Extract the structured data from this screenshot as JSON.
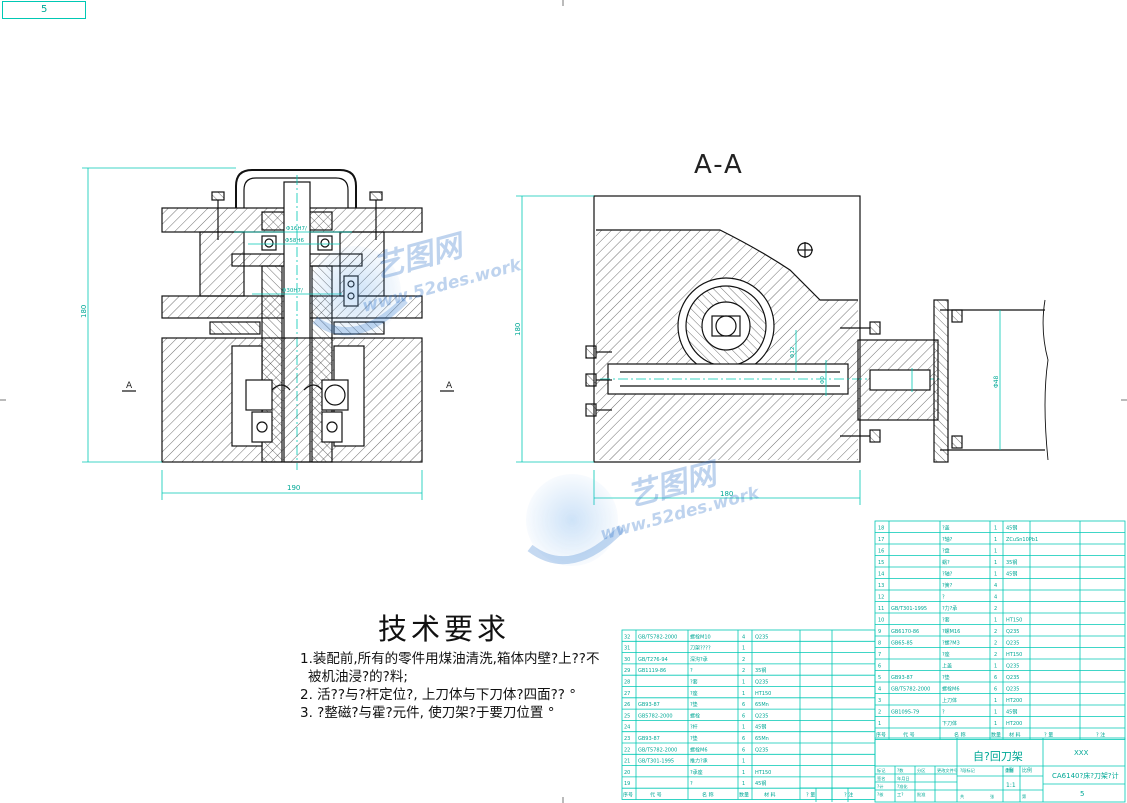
{
  "sheet_number": "5",
  "section_label": "A-A",
  "tech_title": "技术要求",
  "tech_notes": [
    "1.装配前,所有的零件用煤油清洗,箱体内壁?上??不",
    "被机油浸?的?料;",
    "2. 活??与?杆定位?, 上刀体与下刀体?四面?? °",
    "3. ?整磁?与霍?元件, 使刀架?于要刀位置 °"
  ],
  "dimensions": {
    "left_height": "180",
    "left_width": "190",
    "mid_height": "180",
    "mid_width": "180",
    "right_dia": "Φ48",
    "fit1": "Φ16H7/",
    "fit2": "Φ58H6",
    "fit3": "Φ30H7/",
    "fit4": "Φ12",
    "fit5": "Φ0"
  },
  "section_markers": [
    "A",
    "A"
  ],
  "watermark": {
    "brand": "艺图网",
    "url": "www.52des.work"
  },
  "bom_upper": {
    "rows": [
      {
        "no": "18",
        "code": "",
        "name": "?盖",
        "qty": "1",
        "mat": "45钢"
      },
      {
        "no": "17",
        "code": "",
        "name": "?轴?",
        "qty": "1",
        "mat": "ZCuSn10Pb1"
      },
      {
        "no": "16",
        "code": "",
        "name": "?盘",
        "qty": "1",
        "mat": ""
      },
      {
        "no": "15",
        "code": "",
        "name": "蜗?",
        "qty": "1",
        "mat": "35钢"
      },
      {
        "no": "14",
        "code": "",
        "name": "?轴?",
        "qty": "1",
        "mat": "45钢"
      },
      {
        "no": "13",
        "code": "",
        "name": "?簧?",
        "qty": "4",
        "mat": ""
      },
      {
        "no": "12",
        "code": "",
        "name": "?",
        "qty": "4",
        "mat": ""
      },
      {
        "no": "11",
        "code": "GB/T301-1995",
        "name": "?力?承",
        "qty": "2",
        "mat": ""
      },
      {
        "no": "10",
        "code": "",
        "name": "?套",
        "qty": "1",
        "mat": "HT150"
      },
      {
        "no": "9",
        "code": "GB6170-86",
        "name": "?螺M16",
        "qty": "2",
        "mat": "Q235"
      },
      {
        "no": "8",
        "code": "GB65-85",
        "name": "?螺?M3",
        "qty": "2",
        "mat": "Q235"
      },
      {
        "no": "7",
        "code": "",
        "name": "?座",
        "qty": "2",
        "mat": "HT150"
      },
      {
        "no": "6",
        "code": "",
        "name": "上盖",
        "qty": "1",
        "mat": "Q235"
      },
      {
        "no": "5",
        "code": "GB93-87",
        "name": "?垫",
        "qty": "6",
        "mat": "Q235"
      },
      {
        "no": "4",
        "code": "GB/T5782-2000",
        "name": "螺栓M6",
        "qty": "6",
        "mat": "Q235"
      },
      {
        "no": "3",
        "code": "",
        "name": "上刀体",
        "qty": "1",
        "mat": "HT200"
      },
      {
        "no": "2",
        "code": "GB1095-79",
        "name": "?",
        "qty": "1",
        "mat": "45钢"
      },
      {
        "no": "1",
        "code": "",
        "name": "下刀体",
        "qty": "1",
        "mat": "HT200"
      }
    ],
    "header": {
      "no": "序号",
      "code": "代 号",
      "name": "名 称",
      "qty": "数量",
      "mat": "材 料",
      "weight": "? 量",
      "note": "? 注"
    }
  },
  "bom_lower": {
    "rows": [
      {
        "no": "32",
        "code": "GB/T5782-2000",
        "name": "螺栓M10",
        "qty": "4",
        "mat": "Q235"
      },
      {
        "no": "31",
        "code": "",
        "name": "刀架????",
        "qty": "1",
        "mat": ""
      },
      {
        "no": "30",
        "code": "GB/T276-94",
        "name": "深沟?承",
        "qty": "2",
        "mat": ""
      },
      {
        "no": "29",
        "code": "GB1119-86",
        "name": "?",
        "qty": "2",
        "mat": "35钢"
      },
      {
        "no": "28",
        "code": "",
        "name": "?套",
        "qty": "1",
        "mat": "Q235"
      },
      {
        "no": "27",
        "code": "",
        "name": "?座",
        "qty": "1",
        "mat": "HT150"
      },
      {
        "no": "26",
        "code": "GB93-87",
        "name": "?垫",
        "qty": "6",
        "mat": "65Mn"
      },
      {
        "no": "25",
        "code": "GB5782-2000",
        "name": "螺栓",
        "qty": "6",
        "mat": "Q235"
      },
      {
        "no": "24",
        "code": "",
        "name": "?杆",
        "qty": "1",
        "mat": "45钢"
      },
      {
        "no": "23",
        "code": "GB93-87",
        "name": "?垫",
        "qty": "6",
        "mat": "65Mn"
      },
      {
        "no": "22",
        "code": "GB/T5782-2000",
        "name": "螺栓M6",
        "qty": "6",
        "mat": "Q235"
      },
      {
        "no": "21",
        "code": "GB/T301-1995",
        "name": "推力?承",
        "qty": "1",
        "mat": ""
      },
      {
        "no": "20",
        "code": "",
        "name": "?承座",
        "qty": "1",
        "mat": "HT150"
      },
      {
        "no": "19",
        "code": "",
        "name": "?",
        "qty": "1",
        "mat": "45钢"
      }
    ],
    "header": {
      "no": "序号",
      "code": "代 号",
      "name": "名 称",
      "qty": "数量",
      "mat": "材 料",
      "weight": "? 量",
      "note": "? 注"
    }
  },
  "title_block": {
    "drawing_name": "自?回刀架",
    "school": "XXX",
    "project": "CA6140?床?刀架?计",
    "sheet": "5",
    "scale_label": "比例",
    "scale": "1:1",
    "scale_word": "?例",
    "labels": [
      "标记",
      "?数",
      "分区",
      "更改文件号",
      "签名",
      "年月日",
      "?计",
      "?准化",
      "?核",
      "工?",
      "批准",
      "?段标记",
      "重量",
      "共",
      "张",
      "第"
    ]
  }
}
